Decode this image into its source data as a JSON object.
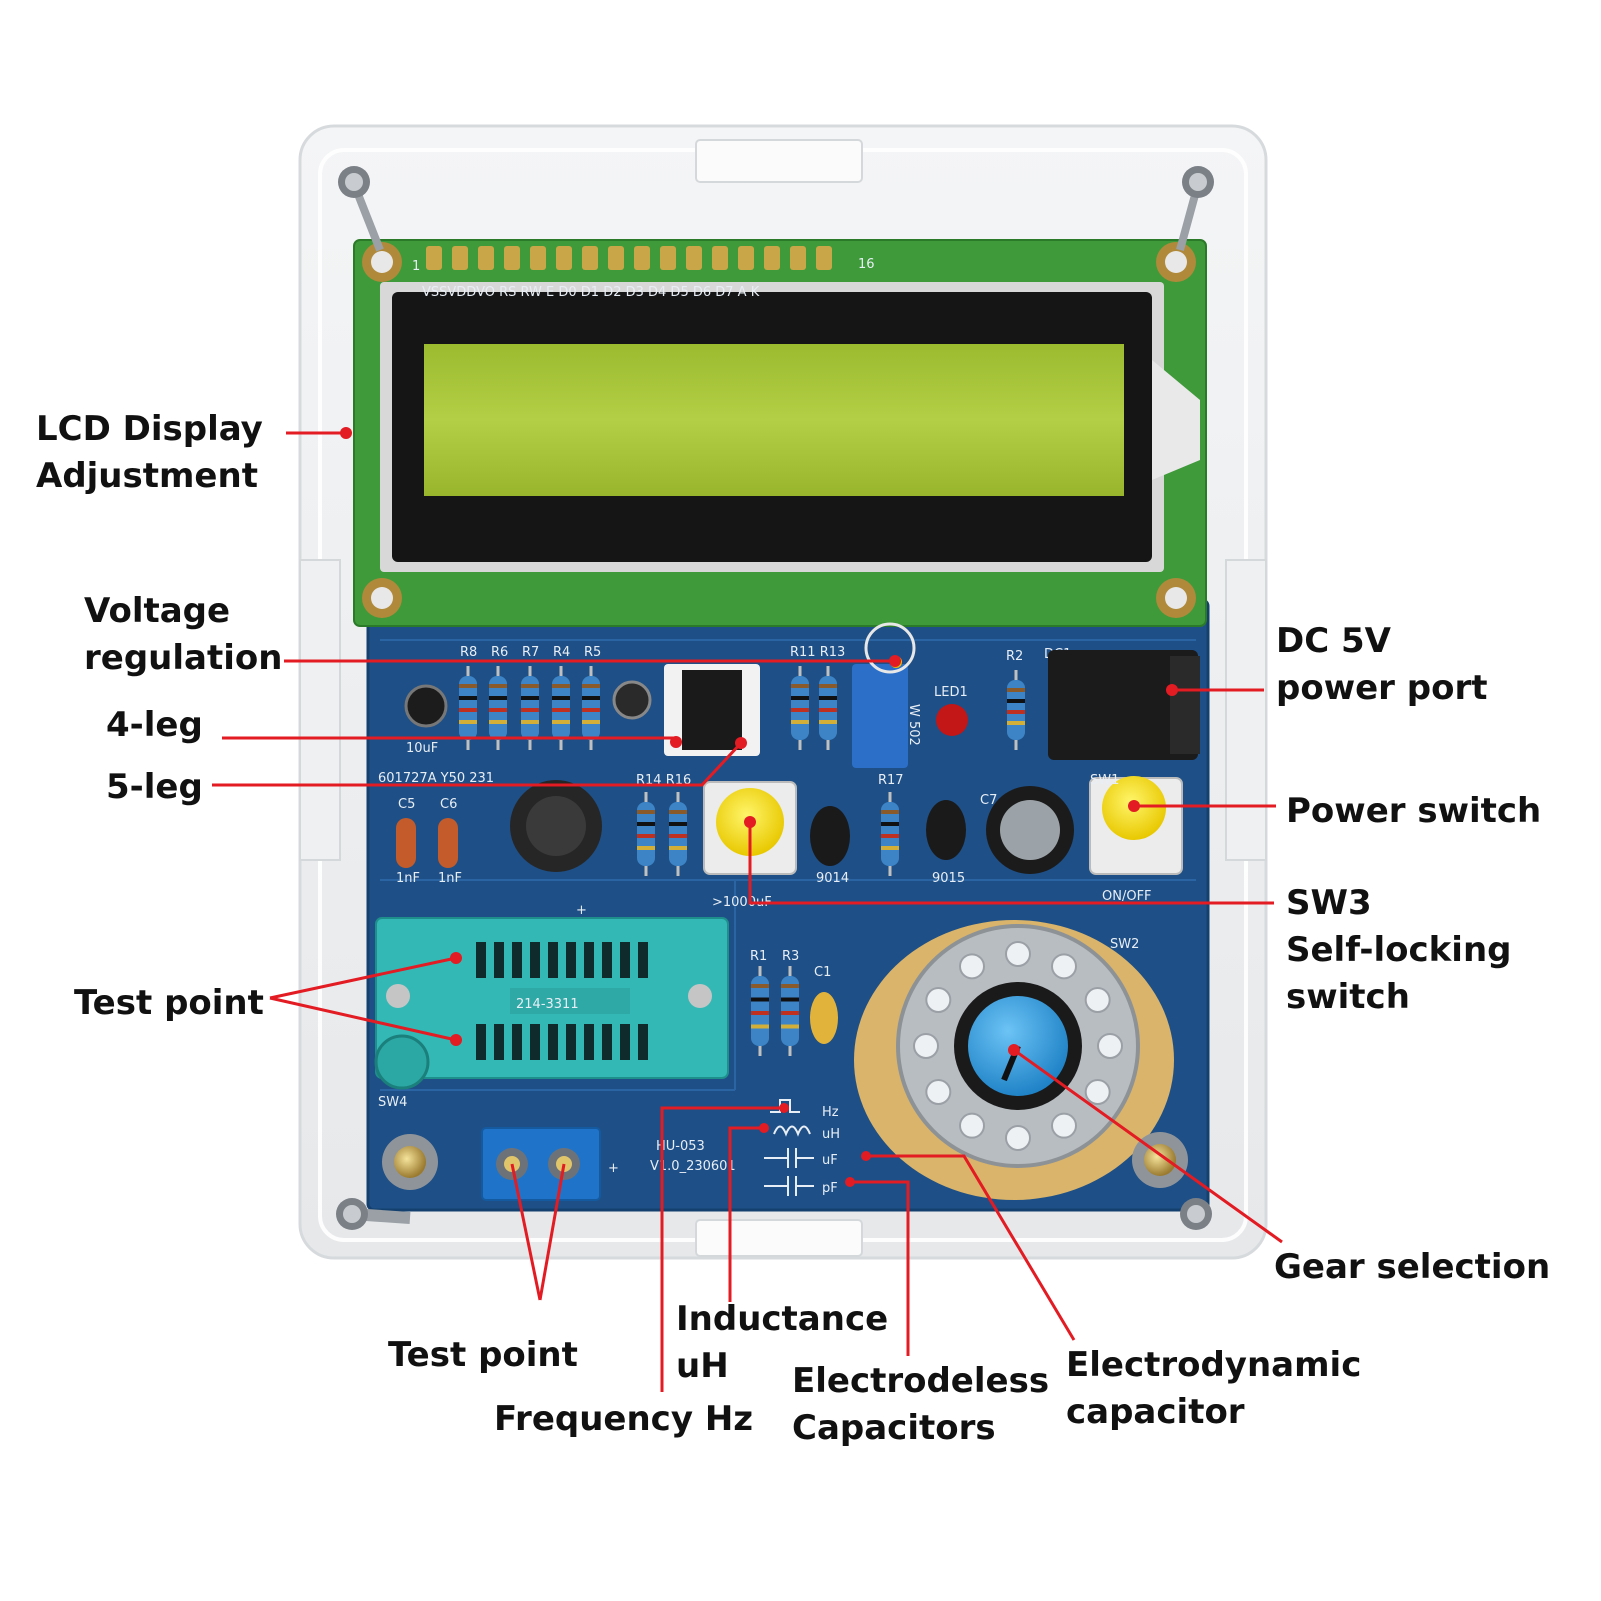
{
  "labels": {
    "lcd_adjust": [
      "LCD Display",
      "Adjustment"
    ],
    "voltage_regulation": [
      "Voltage",
      "regulation"
    ],
    "leg4": [
      "4-leg"
    ],
    "leg5": [
      "5-leg"
    ],
    "test_point_left": [
      "Test point"
    ],
    "dc_port": [
      "DC 5V",
      "power port"
    ],
    "power_switch": [
      "Power switch"
    ],
    "sw3": [
      "SW3",
      "Self-locking",
      "switch"
    ],
    "gear_selection": [
      "Gear selection"
    ],
    "test_point_bottom": [
      "Test point"
    ],
    "inductance": [
      "Inductance",
      "uH"
    ],
    "frequency": [
      "Frequency Hz"
    ],
    "electrodeless": [
      "Electrodeless",
      "Capacitors"
    ],
    "electrodynamic": [
      "Electrodynamic",
      "capacitor"
    ]
  },
  "board": {
    "lcd_pin_first": "1",
    "lcd_pin_last": "16",
    "lcd_pins": "VSSVDDVO RS RW E  D0 D1 D2 D3 D4 D5 D6 D7  A  K",
    "resistor_labels": [
      "R8",
      "R6",
      "R7",
      "R4",
      "R5"
    ],
    "r11r13": "R11 R13",
    "r2": "R2",
    "dc1": "DC1",
    "led1": "LED1",
    "pot": "W 502",
    "cap_10uf": "10uF",
    "board_code": "601727A  Y50  231",
    "r14r16": "R14 R16",
    "r17": "R17",
    "c5": "C5",
    "c6": "C6",
    "c5_val": "1nF",
    "c6_val": "1nF",
    "q1_code": "9014",
    "q2_code": "9015",
    "c7": "C7",
    "sw1": "SW1",
    "onoff": "ON/OFF",
    "gt1000": ">1000uF",
    "r1": "R1",
    "r3": "R3",
    "c1": "C1",
    "sw2": "SW2",
    "socket": "214-3311",
    "sw4": "SW4",
    "model": "HU-053",
    "version": "V1.0_230601",
    "mode_hz": "Hz",
    "mode_uh": "uH",
    "mode_uf": "uF",
    "mode_pf": "pF",
    "plus": "+"
  },
  "colors": {
    "pointer": "#e31b23",
    "pcb": "#1e4f86",
    "lcd_screen": "#a6c23a",
    "lcd_board": "#3f9a3a",
    "button_cap": "#f7e600",
    "knob": "#2e9ae0",
    "socket": "#33b8b5"
  }
}
